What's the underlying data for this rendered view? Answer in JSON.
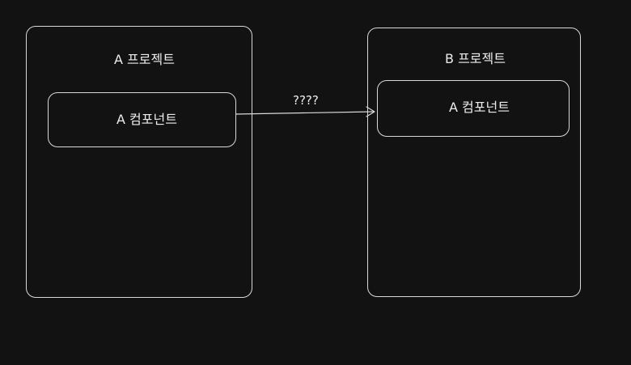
{
  "diagram": {
    "project_a": {
      "title": "A 프로젝트",
      "component_label": "A 컴포넌트"
    },
    "project_b": {
      "title": "B 프로젝트",
      "component_label": "A 컴포넌트"
    },
    "arrow": {
      "label": "????",
      "direction": "project_a.component -> project_b.component"
    }
  }
}
